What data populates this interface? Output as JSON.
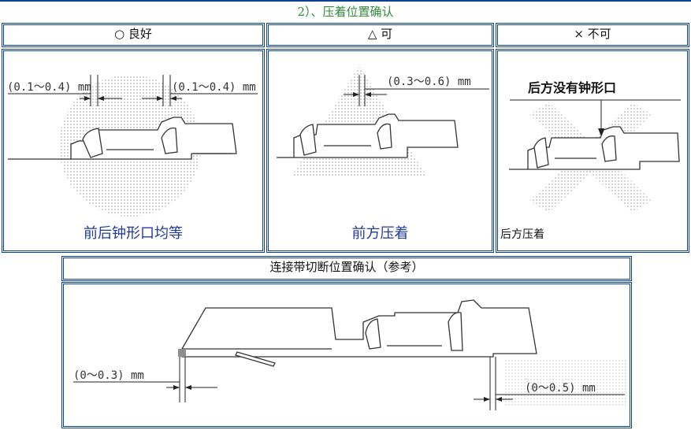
{
  "page_title": "2）、压着位置确认",
  "columns": [
    {
      "header": "○  良好",
      "caption": "前后钟形口均等",
      "dim_left": "(0.1～0.4) mm",
      "dim_right": "(0.1～0.4) mm"
    },
    {
      "header": "△  可",
      "caption": "前方压着",
      "dim": "(0.3～0.6) mm"
    },
    {
      "header": "×  不可",
      "caption": "后方压着",
      "notice": "后方没有钟形口"
    }
  ],
  "bottom": {
    "header": "连接带切断位置确认（参考）",
    "dim_left": "(0～0.3) mm",
    "dim_right": "(0～0.5) mm"
  },
  "colors": {
    "border": "#0b3f91",
    "title": "#2e8b3a",
    "caption": "#1f3a9e",
    "pattern": "#bdbdbd"
  }
}
